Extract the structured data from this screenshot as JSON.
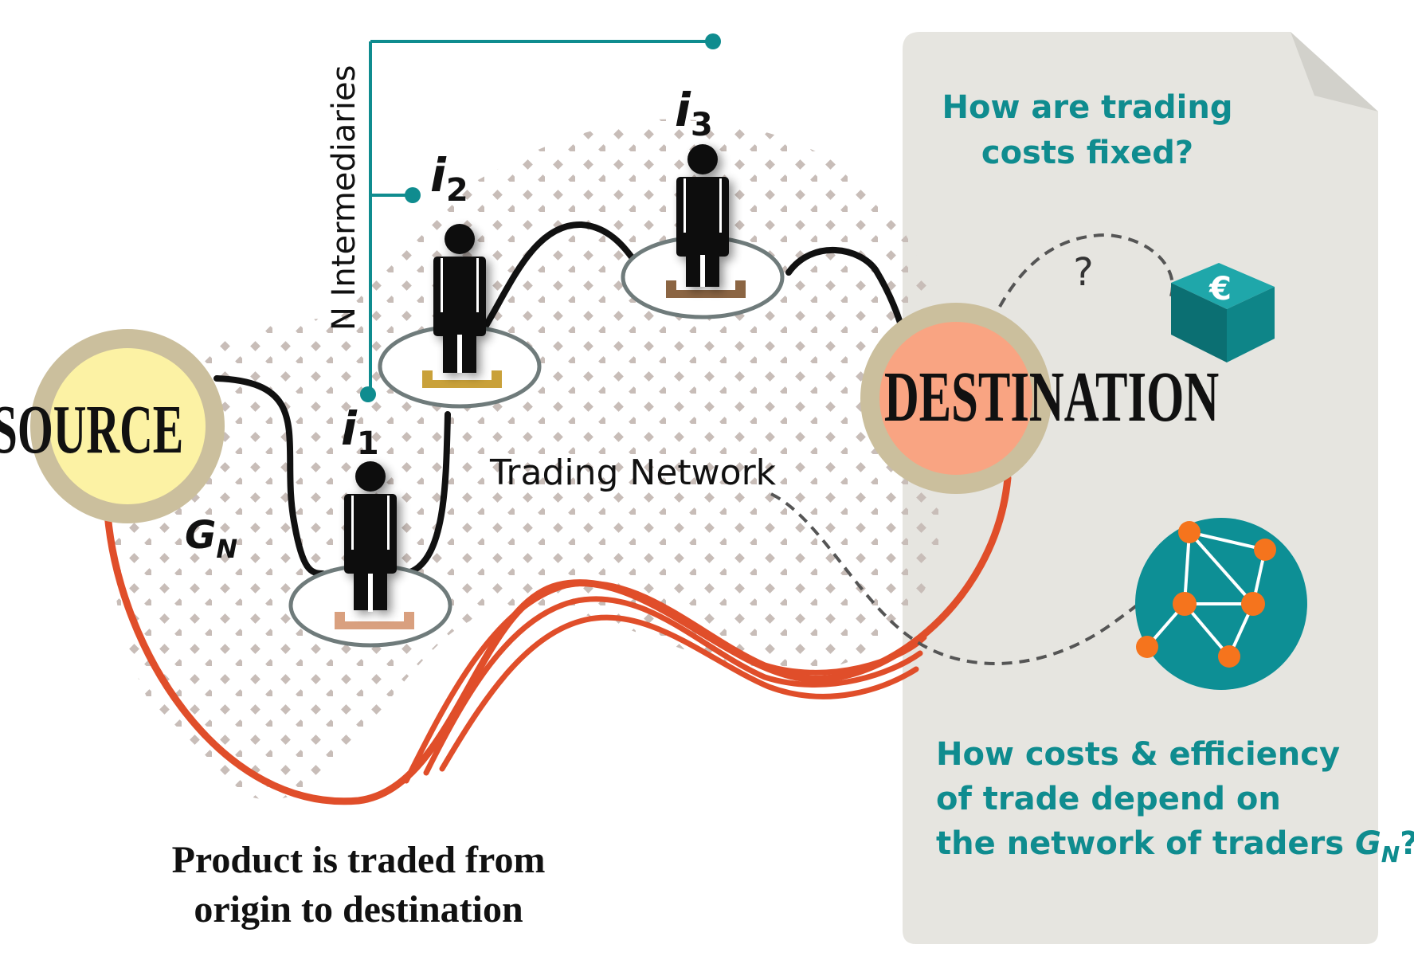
{
  "nodes": {
    "source": "SOURCE",
    "destination": "DESTINATION"
  },
  "intermediaries": {
    "axis_label": "N Intermediaries",
    "i1": {
      "base": "i",
      "sub": "1"
    },
    "i2": {
      "base": "i",
      "sub": "2"
    },
    "i3": {
      "base": "i",
      "sub": "3"
    }
  },
  "network": {
    "label": "Trading Network",
    "graph_symbol": {
      "base": "G",
      "sub": "N"
    }
  },
  "caption": {
    "line1": "Product is traded from",
    "line2": "origin to destination"
  },
  "panel": {
    "question1_line1": "How are trading",
    "question1_line2": "costs fixed?",
    "unknown_mark": "?",
    "currency_symbol": "€",
    "question2_line1": "How costs & efficiency",
    "question2_line2": "of trade depend on",
    "question2_line3_prefix": "the network of traders ",
    "question2_symbol": {
      "base": "G",
      "sub": "N"
    },
    "question2_suffix": "?"
  },
  "colors": {
    "teal": "#0f8c8f",
    "red_orange": "#e04e2a",
    "source_fill": "#fcf2a4",
    "destination_fill": "#f9a482",
    "ring": "#cbbf9d",
    "panel_bg": "#e6e5e0",
    "dots": "#c8bdb8",
    "network_orange": "#f5741d"
  }
}
